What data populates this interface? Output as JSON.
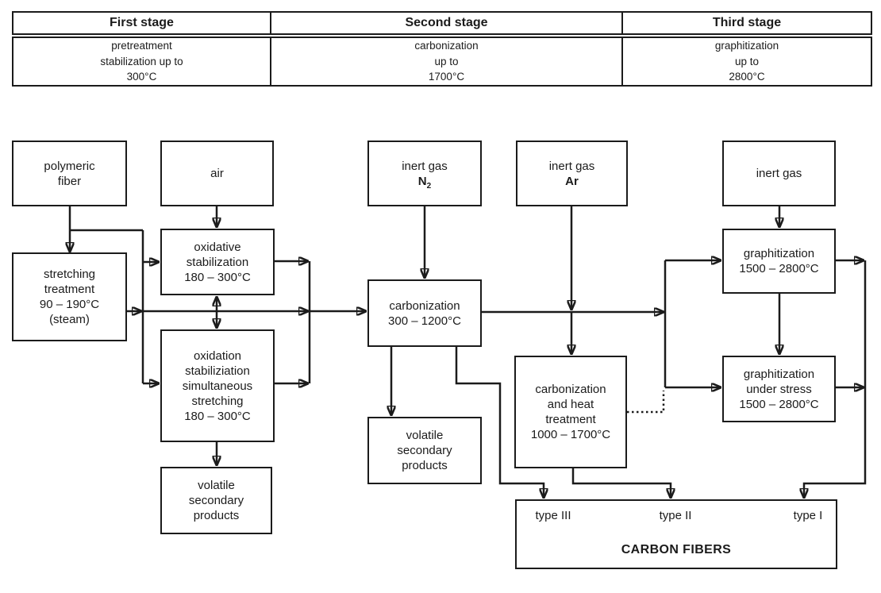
{
  "stage_table": {
    "columns": [
      {
        "title": "First stage",
        "body": "pretreatment\nstabilization up to\n300°C"
      },
      {
        "title": "Second stage",
        "body": "carbonization\nup to\n1700°C"
      },
      {
        "title": "Third stage",
        "body": "graphitization\nup to\n2800°C"
      }
    ]
  },
  "boxes": {
    "polymeric_fiber": "polymeric\nfiber",
    "air": "air",
    "inert_gas_n2": {
      "label": "inert gas",
      "symbol": "N",
      "sub": "2"
    },
    "inert_gas_ar": {
      "label": "inert gas",
      "symbol": "Ar",
      "sub": ""
    },
    "inert_gas_plain": "inert gas",
    "stretching_treatment": "stretching\ntreatment\n90 – 190°C\n(steam)",
    "oxidative_stabilization": "oxidative\nstabilization\n180 – 300°C",
    "oxidation_simultaneous": "oxidation\nstabiliziation\nsimultaneous\nstretching\n180 – 300°C",
    "carbonization": "carbonization\n300 – 1200°C",
    "carbonization_heat_treatment": "carbonization\nand heat\ntreatment\n1000 – 1700°C",
    "graphitization": "graphitization\n1500 – 2800°C",
    "graphitization_under_stress": "graphitization\nunder stress\n1500 – 2800°C",
    "volatile_secondary_left": "volatile\nsecondary\nproducts",
    "volatile_secondary_mid": "volatile\nsecondary\nproducts",
    "carbon_fibers": {
      "types": [
        "type III",
        "type II",
        "type I"
      ],
      "title": "CARBON FIBERS"
    }
  },
  "colors": {
    "line": "#1b1b1b",
    "background": "#ffffff",
    "text": "#1b1b1b"
  }
}
